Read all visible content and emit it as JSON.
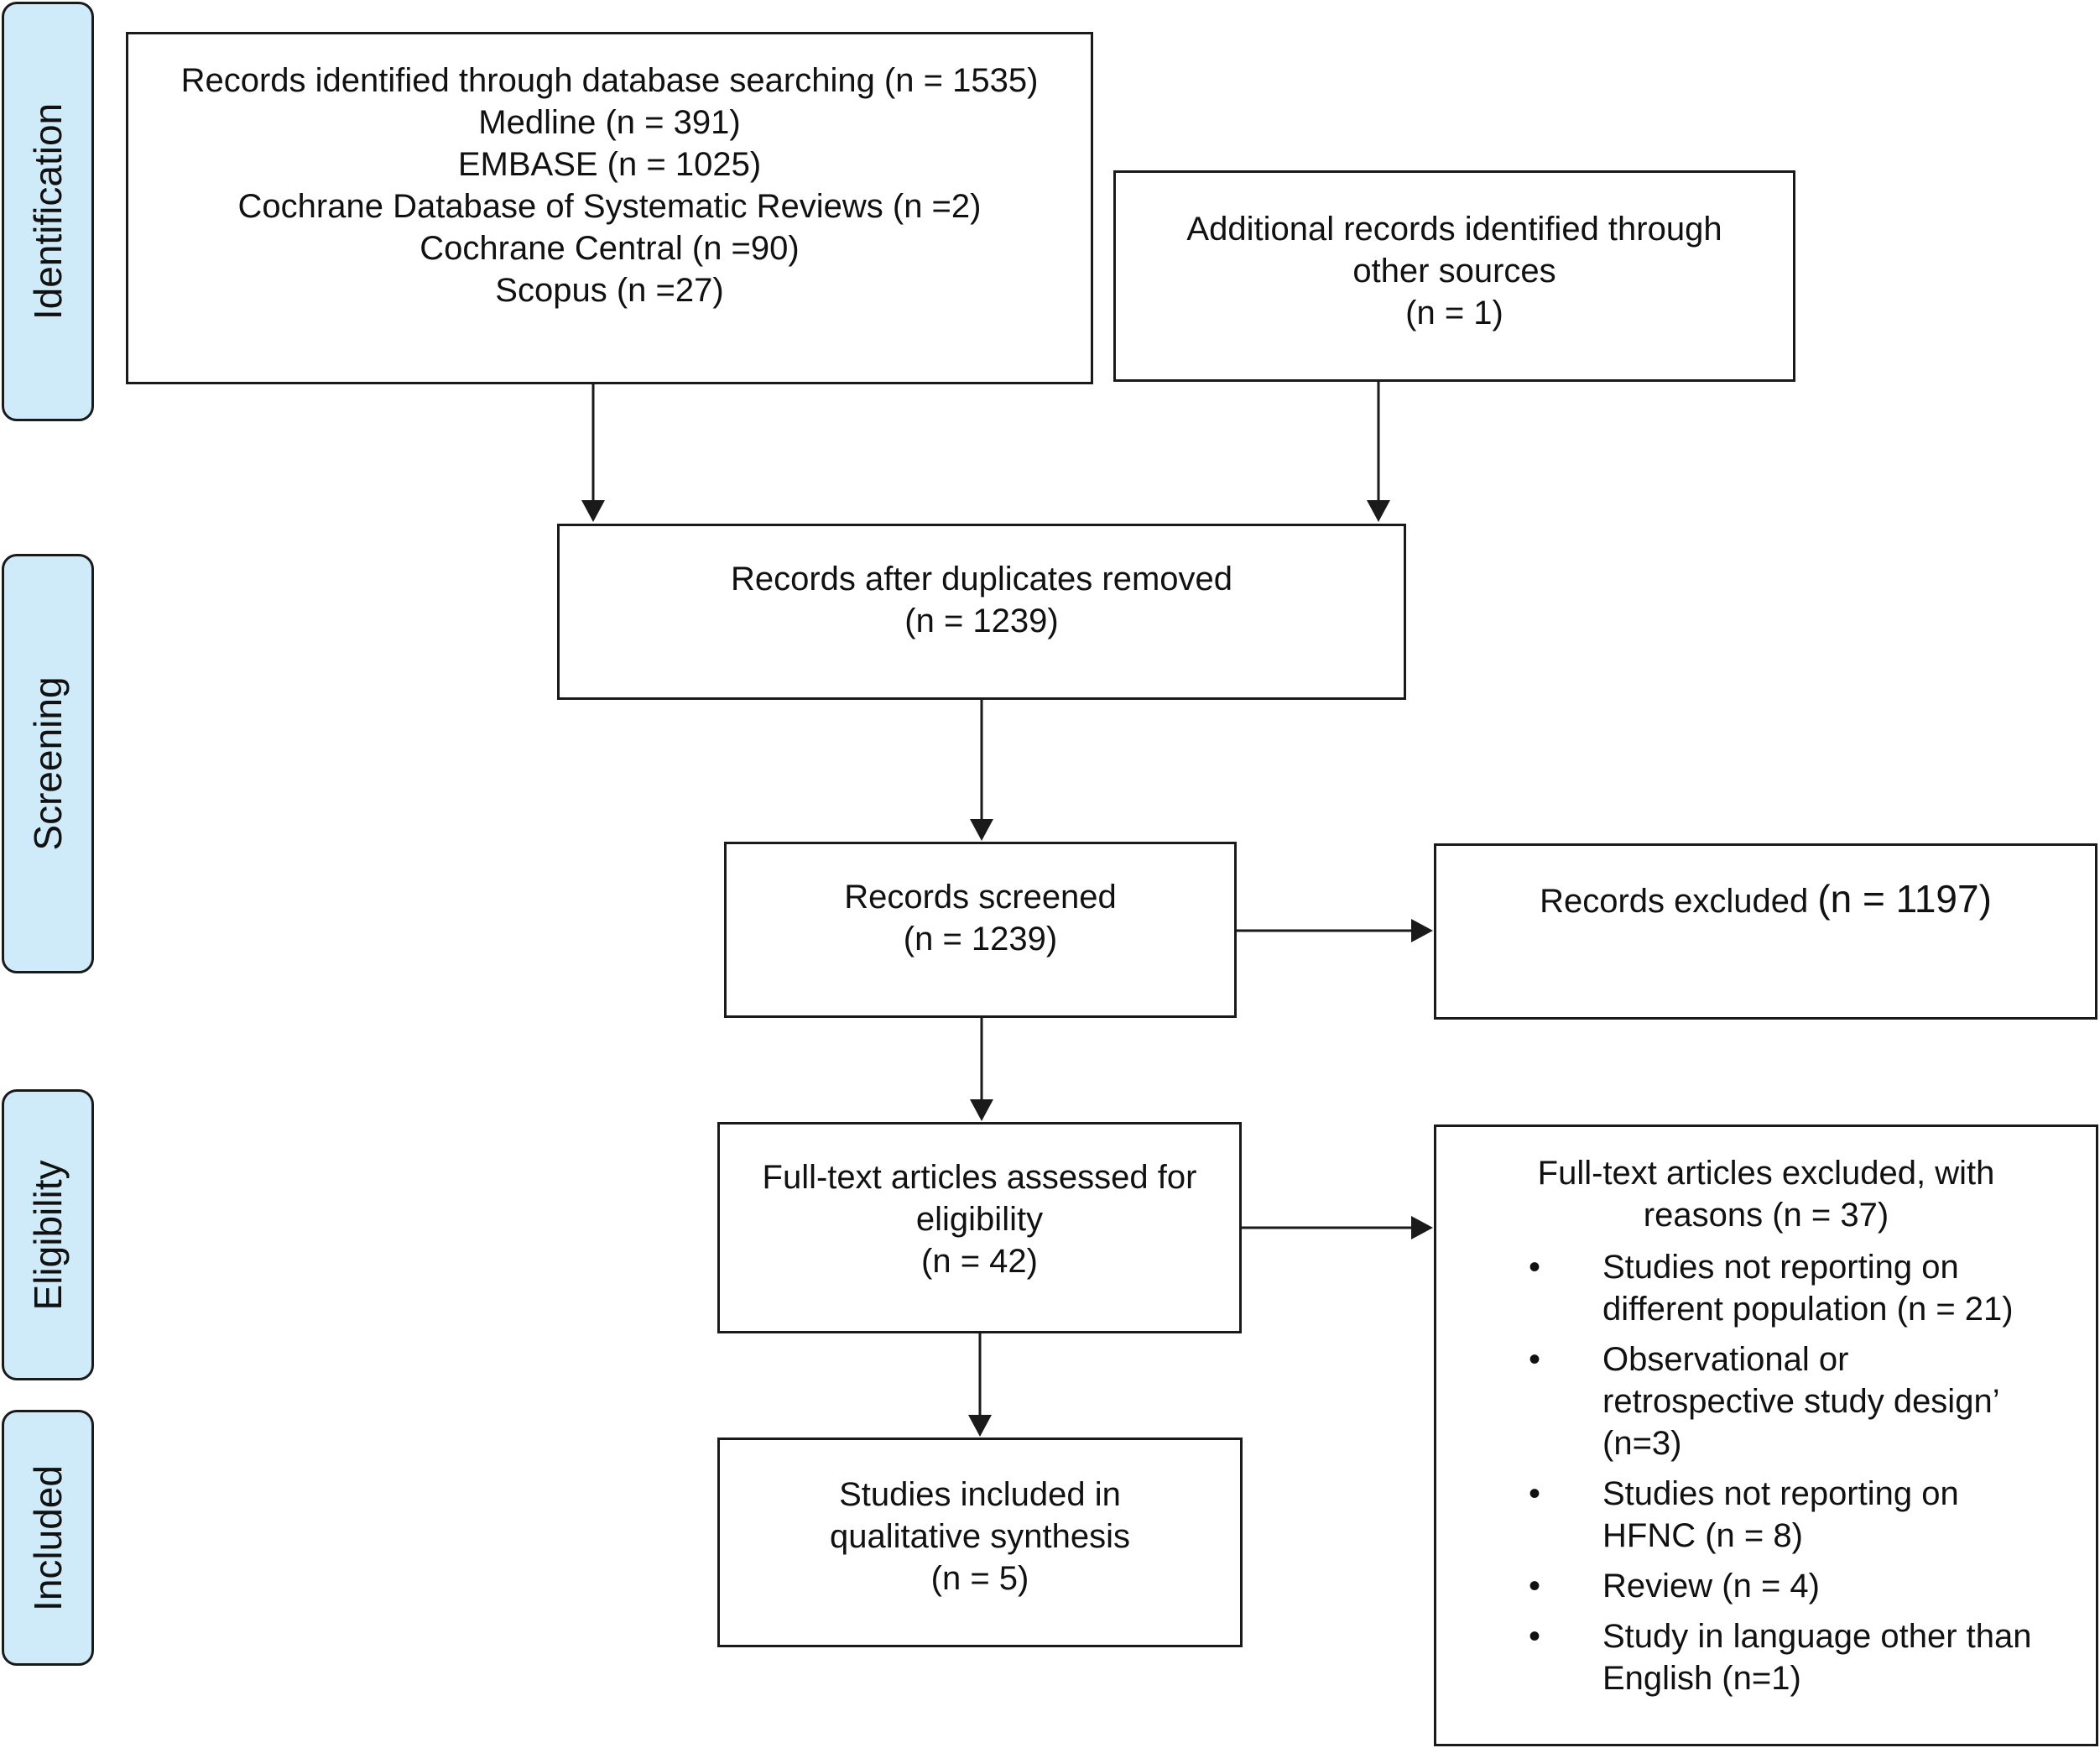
{
  "phases": {
    "identification": "Identification",
    "screening": "Screening",
    "eligibility": "Eligibility",
    "included": "Included"
  },
  "identified": {
    "line1": "Records identified through database searching (n = 1535)",
    "line2": "Medline (n = 391)",
    "line3": "EMBASE (n = 1025)",
    "line4": "Cochrane Database of Systematic Reviews (n =2)",
    "line5": "Cochrane Central (n =90)",
    "line6": "Scopus (n =27)"
  },
  "additional": {
    "line1": "Additional records identified through",
    "line2": "other sources",
    "line3": "(n = 1)"
  },
  "duplicates": {
    "line1": "Records after duplicates removed",
    "line2": "(n = 1239)"
  },
  "screened": {
    "line1": "Records screened",
    "line2": "(n = 1239)"
  },
  "excluded": {
    "label": "Records excluded ",
    "count": "(n = 1197)"
  },
  "fulltext": {
    "line1": "Full-text articles assessed for",
    "line2": "eligibility",
    "line3": "(n = 42)"
  },
  "fulltext_excluded": {
    "line1": "Full-text articles excluded, with",
    "line2": "reasons (n = 37)",
    "bullet": "•",
    "reasons": [
      {
        "line1": "Studies not reporting on",
        "line2": "different population (n = 21)"
      },
      {
        "line1": "Observational or",
        "line2": "retrospective study design’",
        "line3": "(n=3)"
      },
      {
        "line1": "Studies not reporting on",
        "line2": "HFNC (n = 8)"
      },
      {
        "line1": "Review (n = 4)"
      },
      {
        "line1": "Study in language other than",
        "line2": "English (n=1)"
      }
    ]
  },
  "included": {
    "line1": "Studies included in",
    "line2": "qualitative synthesis",
    "line3": "(n = 5)"
  }
}
